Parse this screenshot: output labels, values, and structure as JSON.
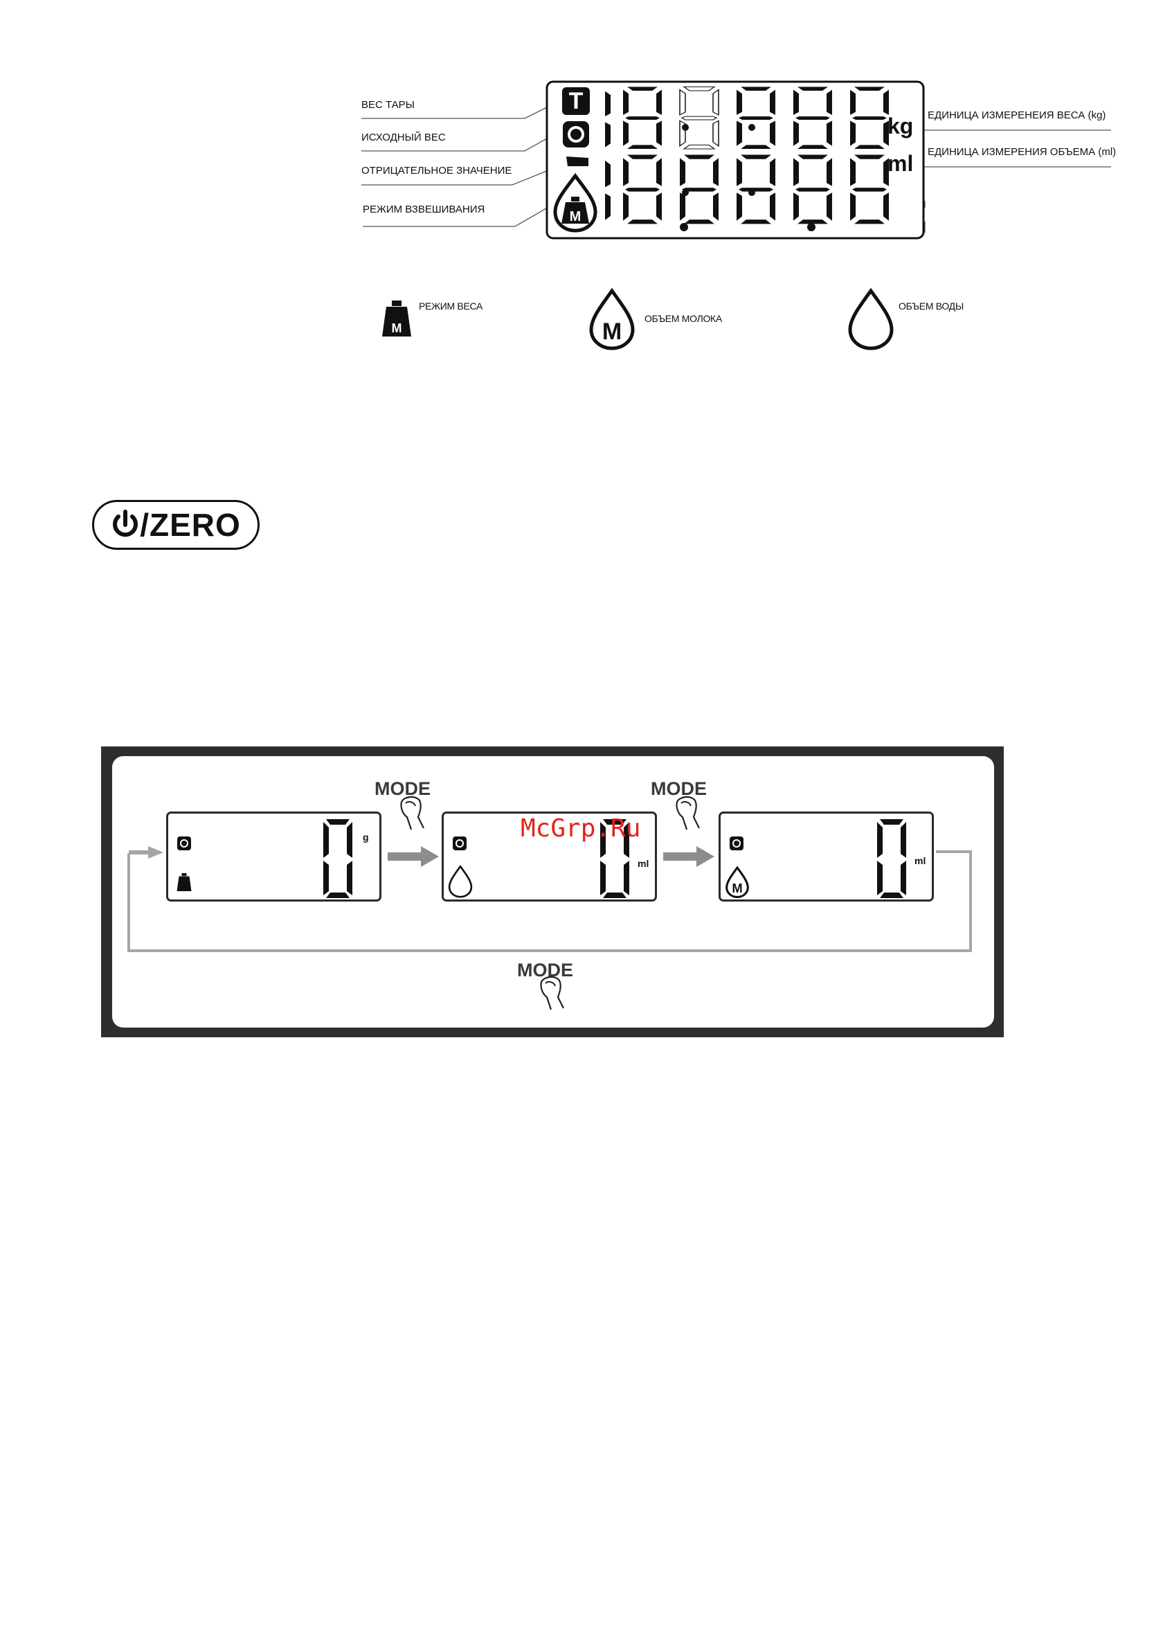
{
  "diagram_top": {
    "left_labels": [
      "ВЕС ТАРЫ",
      "ИСХОДНЫЙ ВЕС",
      "ОТРИЦАТЕЛЬНОЕ ЗНАЧЕНИЕ",
      "РЕЖИМ ВЗВЕШИВАНИЯ"
    ],
    "right_labels": [
      "ЕДИНИЦА ИЗМЕРЕНЕИЯ ВЕСА (kg)",
      "ЕДИНИЦА ИЗМЕРЕНИЯ ОБЪЕМА (ml)"
    ],
    "tare_symbol": "T",
    "units": {
      "weight": "kg",
      "volume": "ml"
    }
  },
  "mode_legend": [
    {
      "icon": "weight-icon",
      "label": "РЕЖИМ ВЕСА"
    },
    {
      "icon": "milk-drop-icon",
      "label": "ОБЪЕМ МОЛОКА"
    },
    {
      "icon": "water-drop-icon",
      "label": "ОБЪЕМ ВОДЫ"
    }
  ],
  "button": {
    "label": "/ZERO",
    "icon": "power-icon"
  },
  "mode_cycle": {
    "mode_label": "MODE",
    "displays": [
      {
        "value": "0",
        "unit": "g",
        "icon": "weight-icon"
      },
      {
        "value": "0",
        "unit": "ml",
        "icon": "water-drop-icon"
      },
      {
        "value": "0",
        "unit": "ml",
        "icon": "milk-drop-icon"
      }
    ]
  },
  "watermark": "McGrp.Ru"
}
